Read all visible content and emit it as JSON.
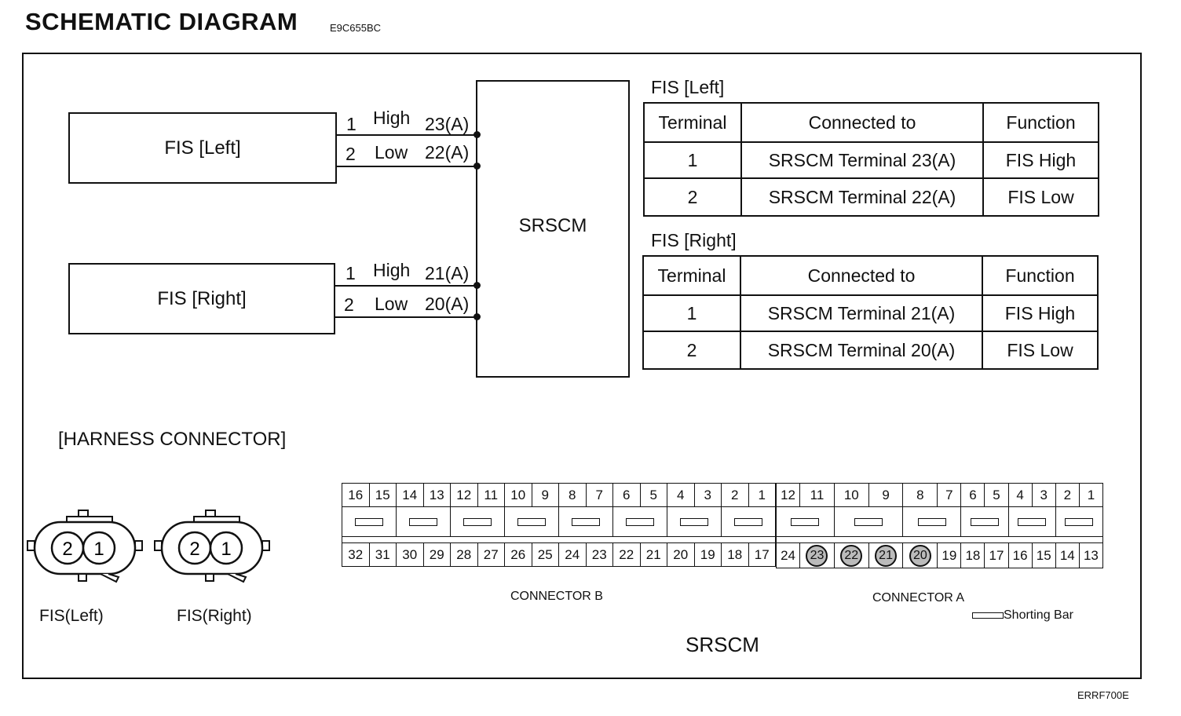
{
  "header": {
    "title": "SCHEMATIC  DIAGRAM",
    "code": "E9C655BC"
  },
  "figure_code": "ERRF700E",
  "schematic": {
    "module": "SRSCM",
    "components": [
      {
        "label": "FIS [Left]",
        "wires": [
          {
            "pin": "1",
            "signal": "High",
            "terminal": "23(A)"
          },
          {
            "pin": "2",
            "signal": "Low",
            "terminal": "22(A)"
          }
        ]
      },
      {
        "label": "FIS [Right]",
        "wires": [
          {
            "pin": "1",
            "signal": "High",
            "terminal": "21(A)"
          },
          {
            "pin": "2",
            "signal": "Low",
            "terminal": "20(A)"
          }
        ]
      }
    ]
  },
  "tables": [
    {
      "title": "FIS [Left]",
      "headers": [
        "Terminal",
        "Connected to",
        "Function"
      ],
      "rows": [
        [
          "1",
          "SRSCM Terminal 23(A)",
          "FIS High"
        ],
        [
          "2",
          "SRSCM Terminal 22(A)",
          "FIS Low"
        ]
      ]
    },
    {
      "title": "FIS [Right]",
      "headers": [
        "Terminal",
        "Connected to",
        "Function"
      ],
      "rows": [
        [
          "1",
          "SRSCM Terminal 21(A)",
          "FIS High"
        ],
        [
          "2",
          "SRSCM Terminal 20(A)",
          "FIS Low"
        ]
      ]
    }
  ],
  "harness": {
    "title": "[HARNESS CONNECTOR]",
    "fis_connectors": [
      {
        "label": "FIS(Left)",
        "pins": [
          "2",
          "1"
        ]
      },
      {
        "label": "FIS(Right)",
        "pins": [
          "2",
          "1"
        ]
      }
    ],
    "connector_b": {
      "label": "CONNECTOR B",
      "top": [
        "16",
        "15",
        "14",
        "13",
        "12",
        "11",
        "10",
        "9",
        "8",
        "7",
        "6",
        "5",
        "4",
        "3",
        "2",
        "1"
      ],
      "bottom": [
        "32",
        "31",
        "30",
        "29",
        "28",
        "27",
        "26",
        "25",
        "24",
        "23",
        "22",
        "21",
        "20",
        "19",
        "18",
        "17"
      ]
    },
    "connector_a": {
      "label": "CONNECTOR A",
      "top": [
        "12",
        "11",
        "10",
        "9",
        "8",
        "7",
        "6",
        "5",
        "4",
        "3",
        "2",
        "1"
      ],
      "bottom": [
        "24",
        "23",
        "22",
        "21",
        "20",
        "19",
        "18",
        "17",
        "16",
        "15",
        "14",
        "13"
      ],
      "highlighted": [
        "23",
        "22",
        "21",
        "20"
      ]
    },
    "legend": "Shorting Bar",
    "module_label": "SRSCM"
  }
}
